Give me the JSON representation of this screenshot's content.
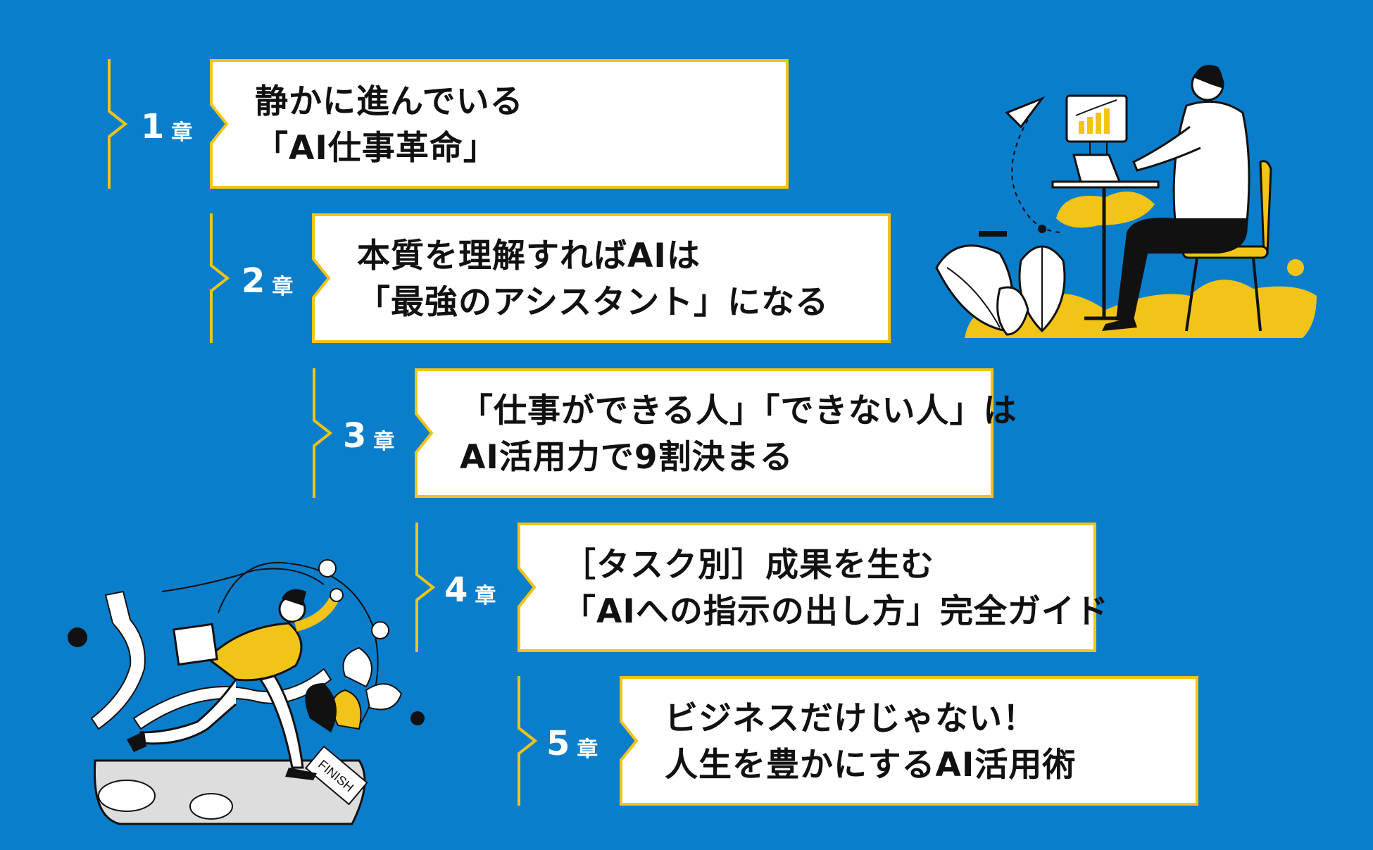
{
  "chapters": [
    {
      "number": "1",
      "suffix": "章",
      "line1": "静かに進んでいる",
      "line2": "「AI仕事革命」"
    },
    {
      "number": "2",
      "suffix": "章",
      "line1": "本質を理解すればAIは",
      "line2": "「最強のアシスタント」になる"
    },
    {
      "number": "3",
      "suffix": "章",
      "line1": "「仕事ができる人」「できない人」は",
      "line2": "AI活用力で9割決まる"
    },
    {
      "number": "4",
      "suffix": "章",
      "line1": "［タスク別］成果を生む",
      "line2": "「AIへの指示の出し方」完全ガイド"
    },
    {
      "number": "5",
      "suffix": "章",
      "line1": "ビジネスだけじゃない！",
      "line2": "人生を豊かにするAI活用術"
    }
  ],
  "illustrations": {
    "finish_sign": "FINISH"
  },
  "colors": {
    "background": "#0A7DCB",
    "accent": "#F2C418",
    "box": "#FFFFFF",
    "text": "#111111"
  }
}
